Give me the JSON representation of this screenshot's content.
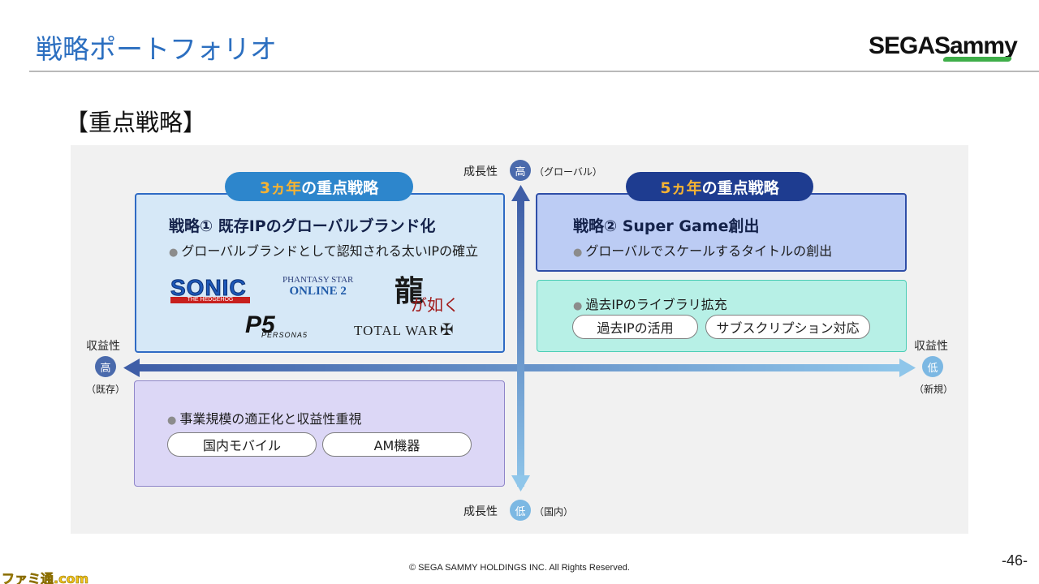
{
  "header": {
    "title": "戦略ポートフォリオ",
    "logo_text_sega": "SEGA",
    "logo_text_sammy": "Sammy"
  },
  "section_heading": "【重点戦略】",
  "axes": {
    "top": {
      "label": "成長性",
      "level": "高",
      "note": "（グローバル）"
    },
    "bottom": {
      "label": "成長性",
      "level": "低",
      "note": "（国内）"
    },
    "left": {
      "label": "収益性",
      "level": "高",
      "note": "（既存）"
    },
    "right": {
      "label": "収益性",
      "level": "低",
      "note": "（新規）"
    }
  },
  "tags": {
    "three_year": {
      "accent": "3ヵ年",
      "rest": "の重点戦略"
    },
    "five_year": {
      "accent": "5ヵ年",
      "rest": "の重点戦略"
    }
  },
  "quadrants": {
    "top_left": {
      "title": "戦略① 既存IPのグローバルブランド化",
      "bullet": "グローバルブランドとして認知される太いIPの確立",
      "ip_logos": {
        "sonic": "SONIC",
        "sonic_sub": "THE HEDGEHOG",
        "pso_line1": "PHANTASY STAR",
        "pso_line2": "ONLINE 2",
        "ryu_main": "龍",
        "ryu_sub": "が如く",
        "p5": "P5",
        "p5_sub": "PERSONA5",
        "total_war": "TOTAL WAR"
      }
    },
    "top_right": {
      "title": "戦略② Super Game創出",
      "bullet": "グローバルでスケールするタイトルの創出"
    },
    "mid_right": {
      "bullet": "過去IPのライブラリ拡充",
      "pills": [
        "過去IPの活用",
        "サブスクリプション対応"
      ]
    },
    "bottom_left": {
      "bullet": "事業規模の適正化と収益性重視",
      "pills": [
        "国内モバイル",
        "AM機器"
      ]
    }
  },
  "bullet_symbol": "●",
  "footer": {
    "copyright": "© SEGA SAMMY HOLDINGS INC. All Rights Reserved.",
    "page_number": "-46-",
    "watermark": "ファミ通.com"
  },
  "colors": {
    "title_blue": "#2c6fc0",
    "tag_light": "#2d86cc",
    "tag_dark": "#1e3c90",
    "accent_orange": "#f4b233",
    "box_blue": "#d6e8f7",
    "box_navy": "#bcccf4",
    "box_teal": "#b7f0e6",
    "box_purple": "#dcd7f6"
  }
}
